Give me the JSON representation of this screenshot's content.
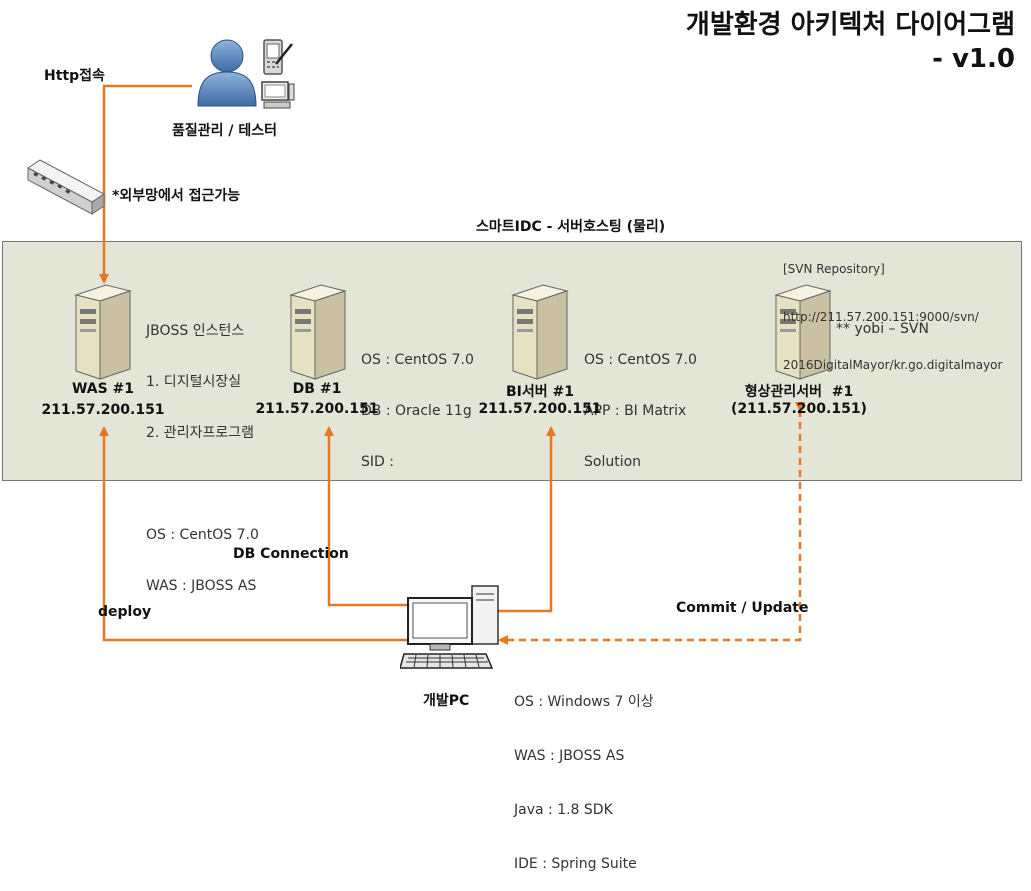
{
  "title": {
    "line1": "개발환경 아키텍처 다이어그램",
    "line2": "- v1.0"
  },
  "zone_label": "스마트IDC - 서버호스팅 (물리)",
  "labels": {
    "http": "Http접속",
    "qa": "품질관리 / 테스터",
    "external": "*외부망에서 접근가능",
    "db_connection": "DB Connection",
    "deploy": "deploy",
    "commit": "Commit / Update"
  },
  "servers": {
    "was": {
      "name": "WAS #1",
      "ip": "211.57.200.151",
      "info": [
        "JBOSS 인스턴스",
        "1. 디지털시장실",
        "2. 관리자프로그램",
        "",
        "OS : CentOS 7.0",
        "WAS : JBOSS AS"
      ]
    },
    "db": {
      "name": "DB #1",
      "ip": "211.57.200.151",
      "info": [
        "OS : CentOS 7.0",
        "DB : Oracle 11g",
        "SID :"
      ]
    },
    "bi": {
      "name": "BI서버 #1",
      "ip": "211.57.200.151",
      "info": [
        "OS : CentOS 7.0",
        "APP : BI Matrix",
        "Solution"
      ]
    },
    "svn": {
      "name": "형상관리서버  #1",
      "ip": "(211.57.200.151)",
      "info": [
        "** yobi – SVN"
      ],
      "repo": [
        "[SVN Repository]",
        "http://211.57.200.151:9000/svn/",
        "2016DigitalMayor/kr.go.digitalmayor"
      ]
    }
  },
  "dev_pc": {
    "name": "개발PC",
    "info": [
      "OS : Windows 7 이상",
      "WAS : JBOSS AS",
      "Java : 1.8 SDK",
      "IDE : Spring Suite"
    ]
  },
  "colors": {
    "accent": "#e87722",
    "zone": "#e3e6d6"
  },
  "icons": [
    "user-icon",
    "mobile-icon",
    "computer-icon",
    "switch-icon",
    "server-icon",
    "desktop-icon"
  ]
}
